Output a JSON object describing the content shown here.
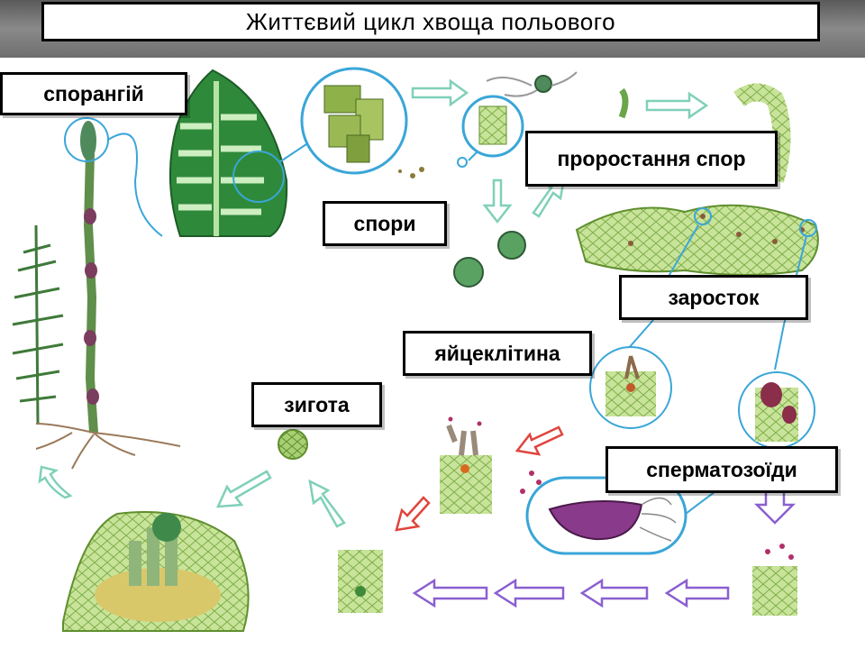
{
  "title": "Життєвий цикл хвоща польового",
  "labels": {
    "sporangium": "спорангій",
    "spores": "спори",
    "spore_germination": "проростання спор",
    "prothallus": "заросток",
    "egg_cell": "яйцеклітина",
    "zygote": "зигота",
    "spermatozoids": "сперматозоїди"
  },
  "colors": {
    "plant_green": "#2e8a3a",
    "light_green": "#b7d98a",
    "circle_blue": "#3aa6d8",
    "teal_arrow": "#7fd0b8",
    "purple_arrow": "#8a5fd0",
    "red_arrow": "#e0443c",
    "stem_purple": "#6e3a55"
  }
}
